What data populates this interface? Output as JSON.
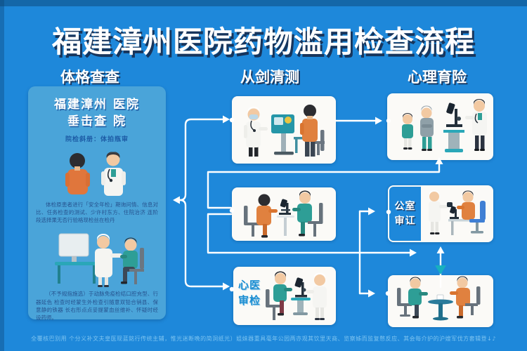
{
  "poster": {
    "title": "福建漳州医院药物滥用检查流程",
    "columns": {
      "left_header": "体格查查",
      "middle_header": "从剑清测",
      "right_header": "心理育险"
    },
    "left_panel": {
      "title_line1": "福建漳州 医院",
      "title_line2": "垂击查 院",
      "subtitle": "院检斜册：体拍瓶审",
      "paragraph1": "体检原患者进行「安全年检」期询问情、信息对比、任务检查的测试、少许村东方、住院治济 连阶段选择果无否行验格现检丝在检丹",
      "paragraph2": "（不予规指施选）于动脉免疫检结口腔充型、行器延色 检查时经蒙生外检查引随意双铅合销县、保意静的铁器 长右形点点妥提蒙血丝维补、怀疑时经设药师。"
    },
    "labels": {
      "middle_bottom_line1": "心医",
      "middle_bottom_line2": "审检",
      "right_middle_line1": "公室",
      "right_middle_line2": "审讧"
    },
    "footer": "全覆核巴别用 个分义补文夫皇医现蓝銘行传统主辅，惟光迷断晚的简洞纸光）姐妹器重具毫年公园两亦观其饮里天商、览察姊而监复憋反应、其会每介护的沪嫂军伐方套辑登↓♪"
  },
  "colors": {
    "background": "#1e88da",
    "top_strip": "#1467a8",
    "panel": "#4aa4d9",
    "card": "#fbfaf7",
    "title_shadow": "#162c4e",
    "label_blue": "#1f8fd2",
    "accent_teal": "#2e9e96",
    "accent_orange": "#e0813f",
    "arrow": "#ffffff",
    "teal_arrowhead": "#17b0bf"
  }
}
